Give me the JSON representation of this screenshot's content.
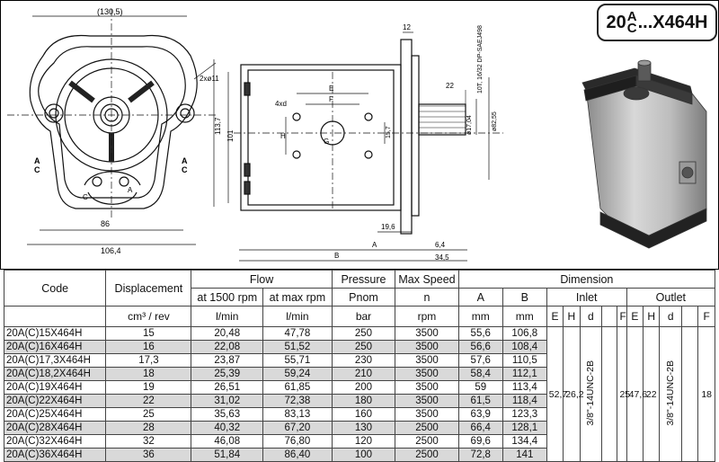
{
  "model_badge": {
    "lead": "20",
    "upper": "A",
    "lower": "C",
    "tail": "...X464H"
  },
  "drawing": {
    "dims": {
      "overall_width": "(130,5)",
      "port_holes": "2xø11",
      "height_a": "113,7",
      "height_b": "101",
      "width_86": "86",
      "width_106": "106,4",
      "flange_thickness": "12",
      "keyway": "22",
      "spline": "10T, 16/32 DP-SAEJ498",
      "shaft_dia_a": "ø17,04",
      "shaft_dia_b": "ø82,55",
      "port_ref": "15,7",
      "bolt_pattern": "4xd",
      "face_19_6": "19,6",
      "face_6_4": "6,4",
      "face_34_5": "34,5",
      "label_A": "A",
      "label_B": "B",
      "label_E": "E",
      "label_F": "F",
      "label_H": "H",
      "label_G": "G",
      "rot_A": "A",
      "rot_C": "C",
      "side_A": "A",
      "side_C": "C"
    }
  },
  "table": {
    "header": {
      "code": "Code",
      "displacement": "Displacement",
      "flow": "Flow",
      "flow_1500": "at 1500 rpm",
      "flow_max": "at max rpm",
      "pressure": "Pressure",
      "pressure_sub": "Pnom",
      "max_speed": "Max Speed",
      "max_speed_sub": "n",
      "dimension": "Dimension",
      "col_a": "A",
      "col_b": "B",
      "inlet": "Inlet",
      "outlet": "Outlet"
    },
    "units": {
      "displacement": "cm³ / rev",
      "flow_1500": "l/min",
      "flow_max": "l/min",
      "pressure": "bar",
      "speed": "rpm",
      "a": "mm",
      "b": "mm",
      "in_e": "E",
      "in_h": "H",
      "in_d": "d",
      "in_f": "F",
      "out_e": "E",
      "out_h": "H",
      "out_d": "d",
      "out_f": "F"
    },
    "rows": [
      {
        "code": "20A(C)15X464H",
        "disp": "15",
        "f1500": "20,48",
        "fmax": "47,78",
        "p": "250",
        "n": "3500",
        "a": "55,6",
        "b": "106,8"
      },
      {
        "code": "20A(C)16X464H",
        "disp": "16",
        "f1500": "22,08",
        "fmax": "51,52",
        "p": "250",
        "n": "3500",
        "a": "56,6",
        "b": "108,4"
      },
      {
        "code": "20A(C)17,3X464H",
        "disp": "17,3",
        "f1500": "23,87",
        "fmax": "55,71",
        "p": "230",
        "n": "3500",
        "a": "57,6",
        "b": "110,5"
      },
      {
        "code": "20A(C)18,2X464H",
        "disp": "18",
        "f1500": "25,39",
        "fmax": "59,24",
        "p": "210",
        "n": "3500",
        "a": "58,4",
        "b": "112,1"
      },
      {
        "code": "20A(C)19X464H",
        "disp": "19",
        "f1500": "26,51",
        "fmax": "61,85",
        "p": "200",
        "n": "3500",
        "a": "59",
        "b": "113,4"
      },
      {
        "code": "20A(C)22X464H",
        "disp": "22",
        "f1500": "31,02",
        "fmax": "72,38",
        "p": "180",
        "n": "3500",
        "a": "61,5",
        "b": "118,4"
      },
      {
        "code": "20A(C)25X464H",
        "disp": "25",
        "f1500": "35,63",
        "fmax": "83,13",
        "p": "160",
        "n": "3500",
        "a": "63,9",
        "b": "123,3"
      },
      {
        "code": "20A(C)28X464H",
        "disp": "28",
        "f1500": "40,32",
        "fmax": "67,20",
        "p": "130",
        "n": "2500",
        "a": "66,4",
        "b": "128,1"
      },
      {
        "code": "20A(C)32X464H",
        "disp": "32",
        "f1500": "46,08",
        "fmax": "76,80",
        "p": "120",
        "n": "2500",
        "a": "69,6",
        "b": "134,4"
      },
      {
        "code": "20A(C)36X464H",
        "disp": "36",
        "f1500": "51,84",
        "fmax": "86,40",
        "p": "100",
        "n": "2500",
        "a": "72,8",
        "b": "141"
      }
    ],
    "inlet": {
      "e": "52,7",
      "h": "26,2",
      "d": "3/8\"-14UNC-2B",
      "f": "25"
    },
    "outlet": {
      "e": "47,6",
      "h": "22",
      "d": "3/8\"-14UNC-2B",
      "f": "18"
    }
  }
}
